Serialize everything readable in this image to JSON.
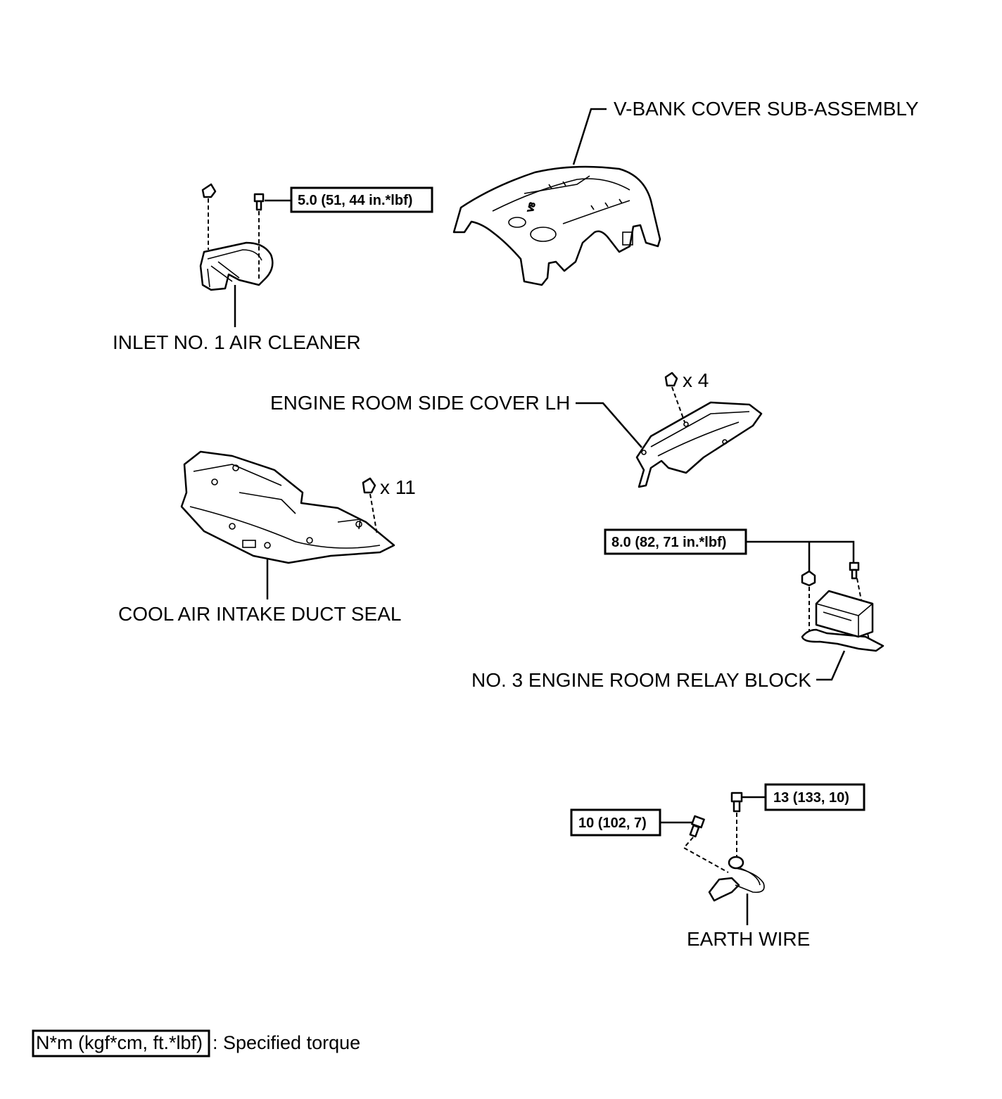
{
  "labels": {
    "v_bank_cover": "V-BANK COVER SUB-ASSEMBLY",
    "inlet_air_cleaner": "INLET NO. 1 AIR CLEANER",
    "side_cover": "ENGINE ROOM SIDE COVER LH",
    "duct_seal": "COOL AIR INTAKE DUCT SEAL",
    "relay_block": "NO. 3 ENGINE ROOM RELAY BLOCK",
    "earth_wire": "EARTH WIRE"
  },
  "quantities": {
    "side_cover_clips": "x 4",
    "duct_seal_clips": "x 11"
  },
  "torques": {
    "inlet_bolt": "5.0 (51, 44 in.*lbf)",
    "relay_block": "8.0 (82, 71 in.*lbf)",
    "earth_wire_upper": "13 (133, 10)",
    "earth_wire_lower": "10 (102, 7)"
  },
  "legend": {
    "unit": "N*m (kgf*cm, ft.*lbf)",
    "text": ": Specified torque"
  },
  "cover_emblem": "V8"
}
